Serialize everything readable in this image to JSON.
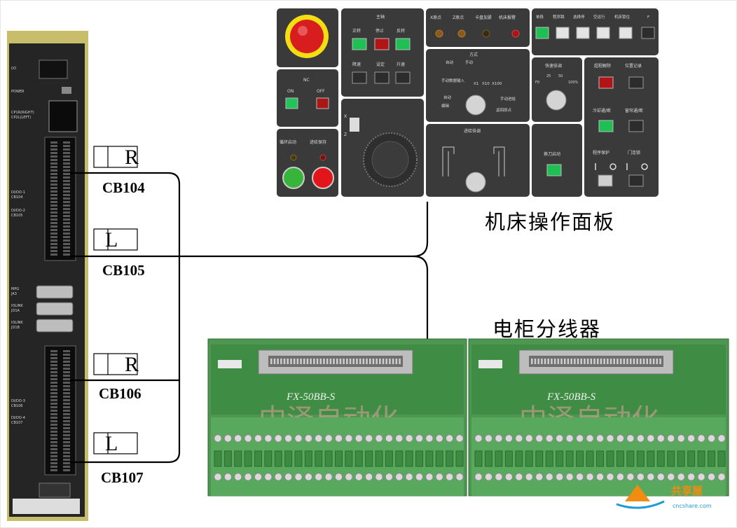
{
  "module": {
    "labels": [
      "I/O",
      "POWER",
      "CP1R(RIGHT)",
      "CP2L(LEFT)",
      "DI/DO-1",
      "CB104",
      "DI/DO-2",
      "CB105",
      "MPG",
      "JA3",
      "IOLINK",
      "JD1A",
      "IOLINK",
      "JD1B",
      "DI/DO-3",
      "CB106",
      "DI/DO-4",
      "CB107"
    ]
  },
  "connectors": [
    {
      "name": "CB104",
      "marker": "R"
    },
    {
      "name": "CB105",
      "marker": "L"
    },
    {
      "name": "CB106",
      "marker": "R"
    },
    {
      "name": "CB107",
      "marker": "L"
    }
  ],
  "panel": {
    "caption": "机床操作面板",
    "spindle_group": "主轴",
    "spindle_buttons": [
      "正转",
      "停止",
      "反转",
      "降速",
      "设定",
      "升速"
    ],
    "nc_group": "NC",
    "nc_on": "ON",
    "nc_off": "OFF",
    "indicators": [
      "X原点",
      "Z原点",
      "卡盘加紧",
      "机床报警"
    ],
    "top_right": [
      "单段",
      "程序跳",
      "选择停",
      "空运行",
      "机床锁住",
      "F"
    ],
    "mode_title": "方式",
    "mode_labels": [
      "自动",
      "手动",
      "手动数据输入",
      "编辑",
      "X1",
      "X10",
      "X100",
      "手动进给",
      "返回原点",
      "自动"
    ],
    "rapid_title": "快速倍调",
    "rapid_ticks": [
      "F0",
      "25",
      "50",
      "100%"
    ],
    "feed_title": "进给倍调",
    "cycle_start": "循环启动",
    "feed_hold": "进给保持",
    "overtravel_release": "超程解除",
    "position_record": "位置记录",
    "coolant": "冷却通/断",
    "guard": "窗帘通/断",
    "tool_change": "换刀启动",
    "program_protect": "程序保护",
    "door_lock": "门连锁",
    "axis_labels": [
      "X",
      "Z"
    ]
  },
  "distributors": {
    "caption": "电柜分线器",
    "model": "FX-50BB-S",
    "watermark": "中泽自动化"
  },
  "logo": {
    "name": "共享屋",
    "url": "cncshare.com"
  }
}
